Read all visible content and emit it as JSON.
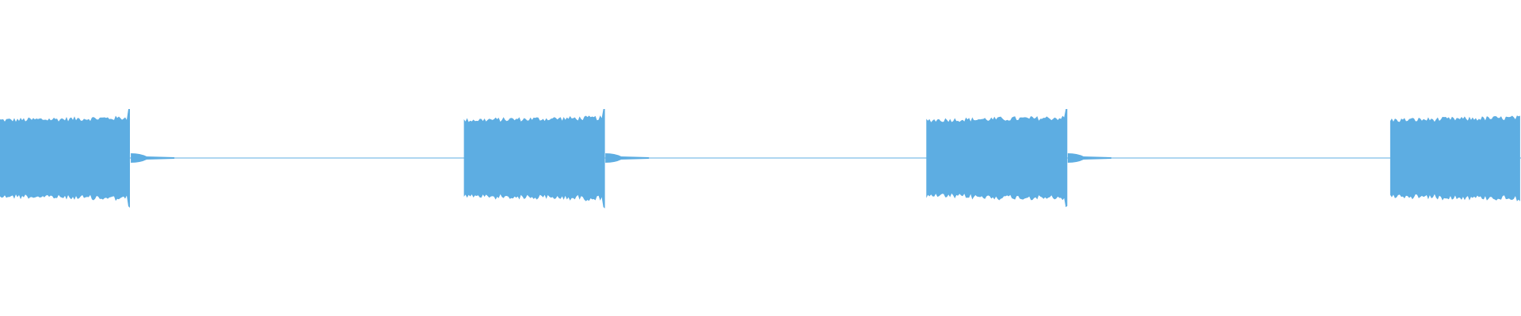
{
  "waveform": {
    "color": "#5dade2",
    "background": "#ffffff",
    "bursts": [
      {
        "start": 0.0,
        "end": 0.086,
        "amplitude": 0.52,
        "peak": 0.62
      },
      {
        "start": 0.305,
        "end": 0.398,
        "amplitude": 0.52,
        "peak": 0.62
      },
      {
        "start": 0.609,
        "end": 0.702,
        "amplitude": 0.52,
        "peak": 0.62
      },
      {
        "start": 0.914,
        "end": 1.0,
        "amplitude": 0.52,
        "peak": 0.58
      }
    ],
    "silence_level": 0.02
  }
}
